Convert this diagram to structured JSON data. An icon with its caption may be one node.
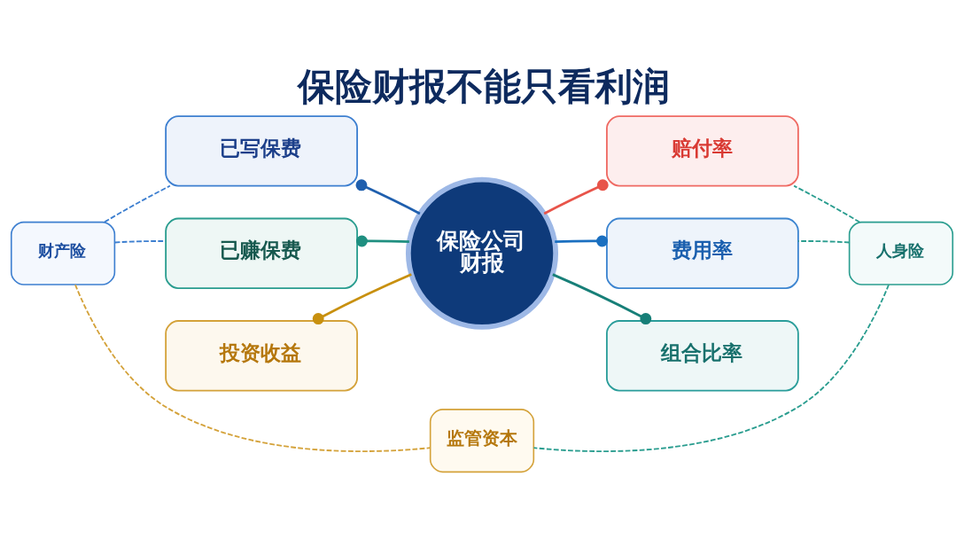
{
  "diagram": {
    "title": "保险财报不能只看利润",
    "nodes": [
      {
        "text": [
          "保险公司财报"
        ]
      },
      {
        "text": [
          "已写保费"
        ]
      },
      {
        "text": [
          "已赚保费"
        ]
      },
      {
        "text": [
          "投资收益"
        ]
      },
      {
        "text": [
          "赔付率"
        ]
      },
      {
        "text": [
          "费用率"
        ]
      },
      {
        "text": [
          "组合比率"
        ]
      },
      {
        "text": [
          "财产险"
        ]
      },
      {
        "text": [
          "人身险"
        ]
      },
      {
        "text": [
          "监管资本"
        ]
      }
    ],
    "edges": [
      {
        "from": 0,
        "to": 1,
        "arrow": "other",
        "color": "#1f5fae"
      },
      {
        "from": 0,
        "to": 2,
        "arrow": "other",
        "color": "#1f8f80"
      },
      {
        "from": 0,
        "to": 3,
        "arrow": "other",
        "color": "#c8900f"
      },
      {
        "from": 0,
        "to": 4,
        "arrow": "other",
        "color": "#e8544a"
      },
      {
        "from": 0,
        "to": 5,
        "arrow": "other",
        "color": "#1a6fc0"
      },
      {
        "from": 0,
        "to": 6,
        "arrow": "other",
        "color": "#177f78"
      },
      {
        "from": 7,
        "to": 1,
        "arrow": "none",
        "style": "dashed",
        "color": "#3d7fd0"
      },
      {
        "from": 7,
        "to": 2,
        "arrow": "none",
        "style": "dashed",
        "color": "#3d7fd0"
      },
      {
        "from": 7,
        "to": 9,
        "arrow": "none",
        "style": "dashed",
        "color": "#d4a23a"
      },
      {
        "from": 8,
        "to": 4,
        "arrow": "none",
        "style": "dashed",
        "color": "#2a9d8f"
      },
      {
        "from": 8,
        "to": 5,
        "arrow": "none",
        "style": "dashed",
        "color": "#2a9d8f"
      },
      {
        "from": 8,
        "to": 9,
        "arrow": "none",
        "style": "dashed",
        "color": "#2a9d8f"
      }
    ]
  }
}
